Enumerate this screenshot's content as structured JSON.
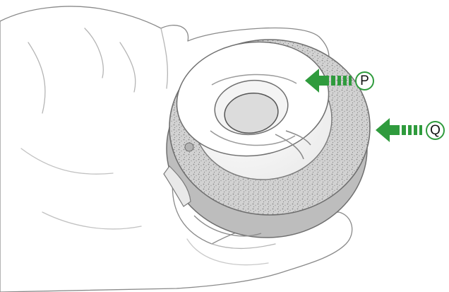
{
  "colors": {
    "background": "#ffffff",
    "sketch_line": "#6f6f6f",
    "sketch_light": "#a9a9a9",
    "foam_fill": "#cfcfcf",
    "foam_stipple": "#8a8a8a",
    "arrow": "#2f9b3d",
    "marker_border": "#2f9b3d"
  },
  "callouts": [
    {
      "id": "p",
      "label": "P",
      "icon": "arrow-left-icon"
    },
    {
      "id": "q",
      "label": "Q",
      "icon": "arrow-left-icon"
    }
  ]
}
